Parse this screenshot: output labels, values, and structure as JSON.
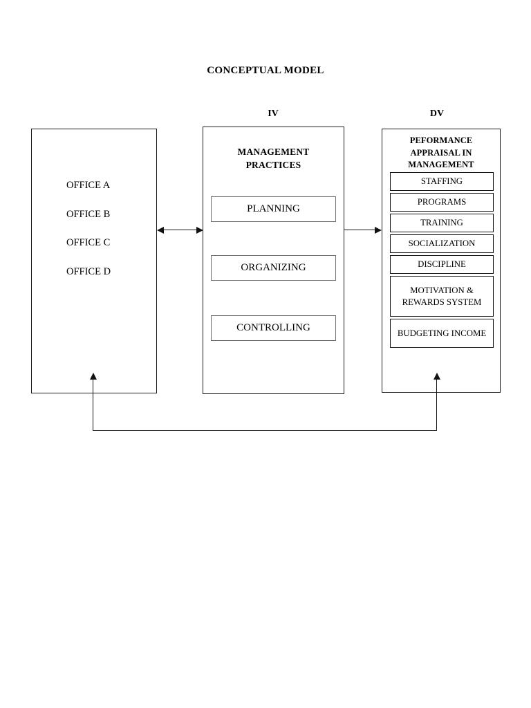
{
  "title": "CONCEPTUAL MODEL",
  "captions": {
    "iv": "IV",
    "dv": "DV"
  },
  "boxes": {
    "independent": {
      "items": [
        {
          "label": "OFFICE A"
        },
        {
          "label": "OFFICE B"
        },
        {
          "label": "OFFICE C"
        },
        {
          "label": "OFFICE D"
        }
      ]
    },
    "practices": {
      "heading_line1": "MANAGEMENT",
      "heading_line2": "PRACTICES",
      "items": [
        {
          "label": "PLANNING"
        },
        {
          "label": "ORGANIZING"
        },
        {
          "label": "CONTROLLING"
        }
      ]
    },
    "appraisal": {
      "heading_line1": "PEFORMANCE",
      "heading_line2": "APPRAISAL IN",
      "heading_line3": "MANAGEMENT",
      "items": [
        {
          "label": "STAFFING",
          "lines": 1
        },
        {
          "label": "PROGRAMS",
          "lines": 1
        },
        {
          "label": "TRAINING",
          "lines": 1
        },
        {
          "label": "SOCIALIZATION",
          "lines": 1
        },
        {
          "label": "DISCIPLINE",
          "lines": 1
        },
        {
          "label": "MOTIVATION & REWARDS SYSTEM",
          "lines": 3
        },
        {
          "label": "BUDGETING INCOME",
          "lines": 2
        }
      ]
    }
  },
  "connectors": [
    {
      "name": "offices-practices-bidirectional",
      "style": "double-headed-arrow"
    },
    {
      "name": "practices-appraisal",
      "style": "single-arrow-right"
    },
    {
      "name": "appraisal-feedback-to-offices",
      "style": "feedback-loop-up"
    }
  ],
  "colors": {
    "stroke": "#111111",
    "sub_box_stroke": "#6e6e6e",
    "background": "#ffffff",
    "text": "#000000"
  }
}
